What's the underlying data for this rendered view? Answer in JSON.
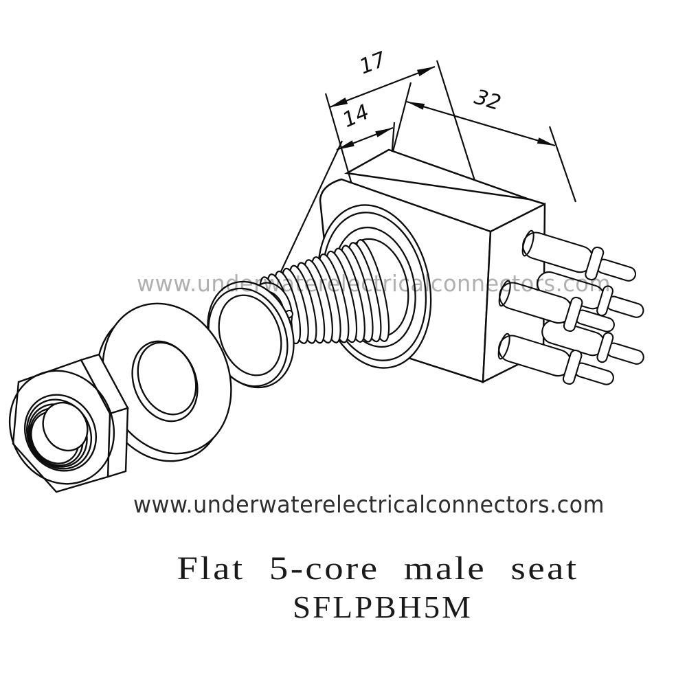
{
  "drawing": {
    "type": "exploded-view technical drawing of underwater electrical connector",
    "dimensions": {
      "thread_length": "14",
      "body_top_width": "17",
      "body_side_width": "32"
    },
    "watermark_text": "www.underwaterelectricalconnectors.com",
    "footer_url": "www.underwaterelectricalconnectors.com",
    "product_title": "Flat 5-core male seat",
    "product_model": "SFLPBH5M",
    "parts": [
      "hex-nut",
      "flat-washer",
      "o-ring",
      "threaded-barrel",
      "five-male-pins",
      "connector-body",
      "rear-pin-terminals"
    ],
    "colors": {
      "line": "#0d0d0d",
      "background": "#ffffff",
      "watermark": "#b0b0b0",
      "footer_text": "#2e2e2e",
      "title_text": "#1a1a1a"
    }
  }
}
